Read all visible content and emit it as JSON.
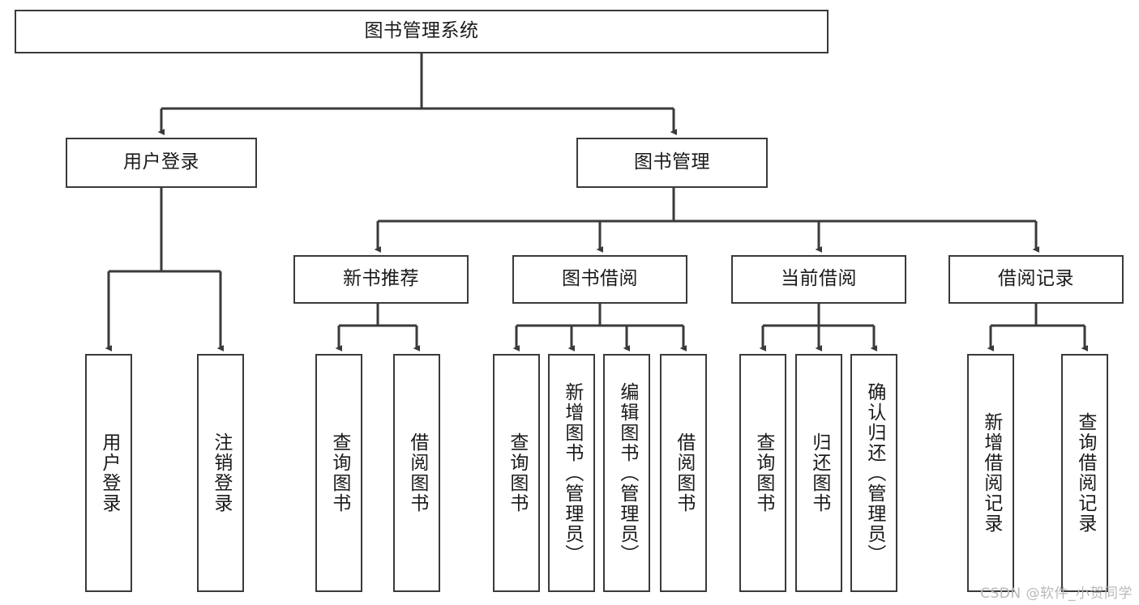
{
  "diagram": {
    "type": "hierarchy-tree",
    "title": "图书管理系统",
    "watermark": "CSDN @软件_小贺同学",
    "colors": {
      "stroke": "#3a3a3a",
      "box_fill": "#ffffff",
      "text": "#1a1a1a",
      "watermark": "#b9b9b9",
      "background": "#ffffff"
    },
    "levels": [
      {
        "level": 1,
        "nodes": [
          {
            "id": "root",
            "label": "图书管理系统",
            "orientation": "horizontal"
          }
        ]
      },
      {
        "level": 2,
        "nodes": [
          {
            "id": "login",
            "label": "用户登录",
            "orientation": "horizontal",
            "parent": "root"
          },
          {
            "id": "bookmgmt",
            "label": "图书管理",
            "orientation": "horizontal",
            "parent": "root"
          }
        ]
      },
      {
        "level": 3,
        "nodes": [
          {
            "id": "newbook",
            "label": "新书推荐",
            "orientation": "horizontal",
            "parent": "bookmgmt"
          },
          {
            "id": "borrow",
            "label": "图书借阅",
            "orientation": "horizontal",
            "parent": "bookmgmt"
          },
          {
            "id": "current",
            "label": "当前借阅",
            "orientation": "horizontal",
            "parent": "bookmgmt"
          },
          {
            "id": "records",
            "label": "借阅记录",
            "orientation": "horizontal",
            "parent": "bookmgmt"
          }
        ]
      },
      {
        "level": 4,
        "nodes": [
          {
            "id": "leaf1",
            "label": "用户登录",
            "orientation": "vertical",
            "parent": "login"
          },
          {
            "id": "leaf2",
            "label": "注销登录",
            "orientation": "vertical",
            "parent": "login"
          },
          {
            "id": "leaf3",
            "label": "查询图书",
            "orientation": "vertical",
            "parent": "newbook"
          },
          {
            "id": "leaf4",
            "label": "借阅图书",
            "orientation": "vertical",
            "parent": "newbook"
          },
          {
            "id": "leaf5",
            "label": "查询图书",
            "orientation": "vertical",
            "parent": "borrow"
          },
          {
            "id": "leaf6",
            "label": "新增图书（管理员）",
            "orientation": "vertical",
            "parent": "borrow"
          },
          {
            "id": "leaf7",
            "label": "编辑图书（管理员）",
            "orientation": "vertical",
            "parent": "borrow"
          },
          {
            "id": "leaf8",
            "label": "借阅图书",
            "orientation": "vertical",
            "parent": "borrow"
          },
          {
            "id": "leaf9",
            "label": "查询图书",
            "orientation": "vertical",
            "parent": "current"
          },
          {
            "id": "leaf10",
            "label": "归还图书",
            "orientation": "vertical",
            "parent": "current"
          },
          {
            "id": "leaf11",
            "label": "确认归还（管理员）",
            "orientation": "vertical",
            "parent": "current"
          },
          {
            "id": "leaf12",
            "label": "新增借阅记录",
            "orientation": "vertical",
            "parent": "records"
          },
          {
            "id": "leaf13",
            "label": "查询借阅记录",
            "orientation": "vertical",
            "parent": "records"
          }
        ]
      }
    ]
  }
}
